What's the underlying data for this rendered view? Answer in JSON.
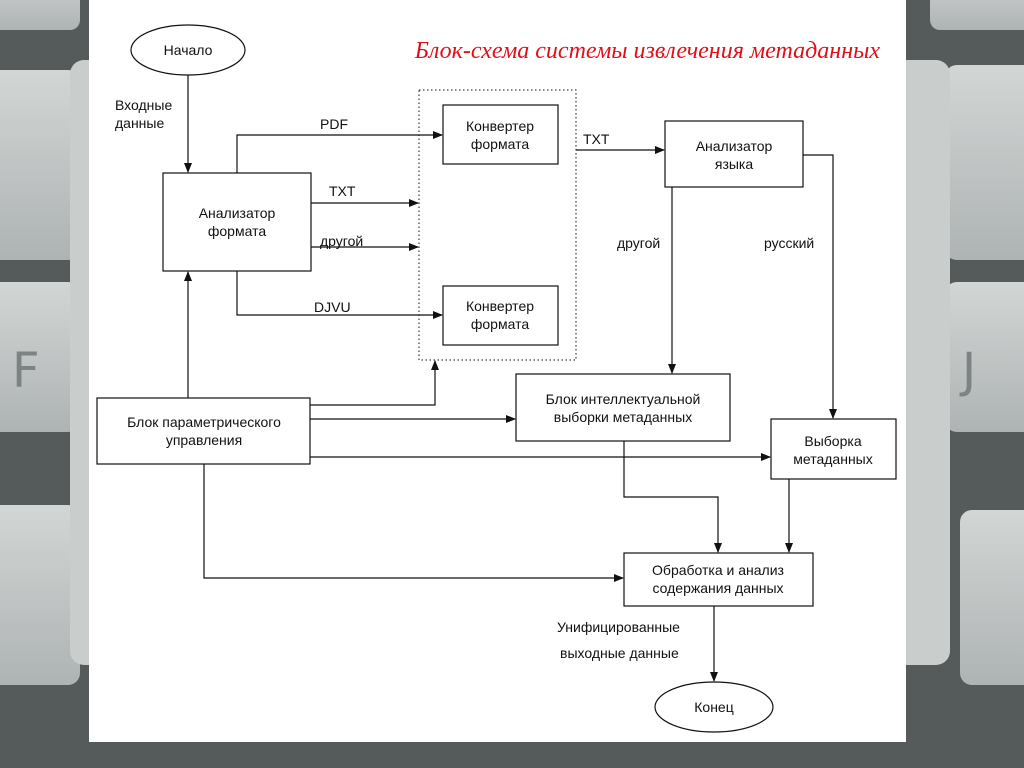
{
  "colors": {
    "title": "#e0101a",
    "lines": "#111111",
    "background": "#ffffff"
  },
  "title": "Блок-схема системы извлечения метаданных",
  "nodes": {
    "start": "Начало",
    "end": "Конец",
    "format_analyzer": [
      "Анализатор",
      "формата"
    ],
    "converter_top": [
      "Конвертер",
      "формата"
    ],
    "converter_bottom": [
      "Конвертер",
      "формата"
    ],
    "language_analyzer": [
      "Анализатор",
      "языка"
    ],
    "param_control": [
      "Блок параметрического",
      "управления"
    ],
    "intelligent_selection": [
      "Блок интеллектуальной",
      "выборки метаданных"
    ],
    "metadata_selection": [
      "Выборка",
      "метаданных"
    ],
    "processing": [
      "Обработка и анализ",
      "содержания данных"
    ]
  },
  "labels": {
    "input_data": [
      "Входные",
      "данные"
    ],
    "pdf": "PDF",
    "txt_left": "TXT",
    "other_left": "другой",
    "djvu": "DJVU",
    "txt_right": "TXT",
    "other_right": "другой",
    "russian": "русский",
    "output_data": [
      "Унифицированные",
      "выходные данные"
    ]
  }
}
